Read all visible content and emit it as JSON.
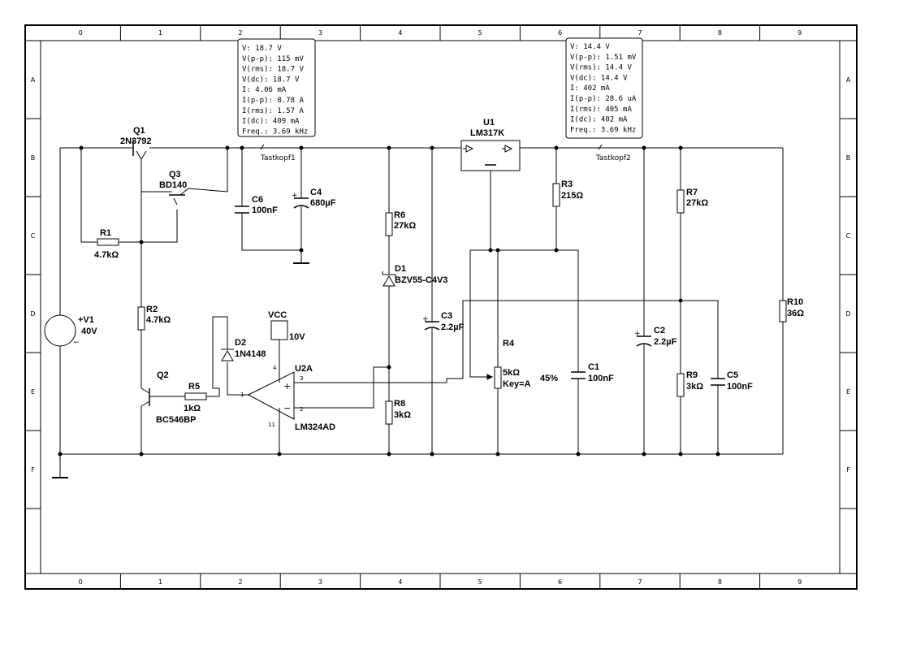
{
  "frame": {
    "columns": [
      "0",
      "1",
      "2",
      "3",
      "4",
      "5",
      "6",
      "7",
      "8",
      "9"
    ],
    "rows": [
      "A",
      "B",
      "C",
      "D",
      "E",
      "F"
    ]
  },
  "components": {
    "Q1": {
      "ref": "Q1",
      "value": "2N3792"
    },
    "Q3": {
      "ref": "Q3",
      "value": "BD140"
    },
    "Q2": {
      "ref": "Q2",
      "value": "BC546BP"
    },
    "R1": {
      "ref": "R1",
      "value": "4.7kΩ"
    },
    "R2": {
      "ref": "R2",
      "value": "4.7kΩ"
    },
    "R5": {
      "ref": "R5",
      "value": "1kΩ"
    },
    "V1": {
      "ref": "+V1",
      "value": "40V"
    },
    "C6": {
      "ref": "C6",
      "value": "100nF"
    },
    "C4": {
      "ref": "C4",
      "value": "680µF"
    },
    "D2": {
      "ref": "D2",
      "value": "1N4148"
    },
    "VCC": {
      "ref": "VCC",
      "value": "10V"
    },
    "U2A": {
      "ref": "U2A",
      "value": "LM324AD"
    },
    "R6": {
      "ref": "R6",
      "value": "27kΩ"
    },
    "D1": {
      "ref": "D1",
      "value": "BZV55-C4V3"
    },
    "R8": {
      "ref": "R8",
      "value": "3kΩ"
    },
    "C3": {
      "ref": "C3",
      "value": "2.2µF"
    },
    "U1": {
      "ref": "U1",
      "value": "LM317K"
    },
    "R3": {
      "ref": "R3",
      "value": "215Ω"
    },
    "R4": {
      "ref": "R4",
      "value": "5kΩ",
      "key": "Key=A",
      "percent": "45%"
    },
    "C1": {
      "ref": "C1",
      "value": "100nF"
    },
    "C2": {
      "ref": "C2",
      "value": "2.2µF"
    },
    "R7": {
      "ref": "R7",
      "value": "27kΩ"
    },
    "R9": {
      "ref": "R9",
      "value": "3kΩ"
    },
    "C5": {
      "ref": "C5",
      "value": "100nF"
    },
    "R10": {
      "ref": "R10",
      "value": "36Ω"
    }
  },
  "pins": {
    "opamp_out": "1",
    "opamp_plus": "3",
    "opamp_minus": "2",
    "opamp_vcc": "4",
    "opamp_gnd": "11",
    "plus_sign": "+",
    "minus_sign": "−"
  },
  "probes": {
    "probe1": {
      "name": "Tastkopf1",
      "lines": [
        "V: 18.7 V",
        "V(p-p): 115 mV",
        "V(rms): 18.7 V",
        "V(dc): 18.7 V",
        "I: 4.06 mA",
        "I(p-p): 8.78 A",
        "I(rms): 1.57 A",
        "I(dc): 409 mA",
        "Freq.: 3.69 kHz"
      ]
    },
    "probe2": {
      "name": "Tastkopf2",
      "lines": [
        "V: 14.4 V",
        "V(p-p): 1.51 mV",
        "V(rms): 14.4 V",
        "V(dc): 14.4 V",
        "I: 402 mA",
        "I(p-p): 28.6 uA",
        "I(rms): 405 mA",
        "I(dc): 402 mA",
        "Freq.: 3.69 kHz"
      ]
    }
  }
}
